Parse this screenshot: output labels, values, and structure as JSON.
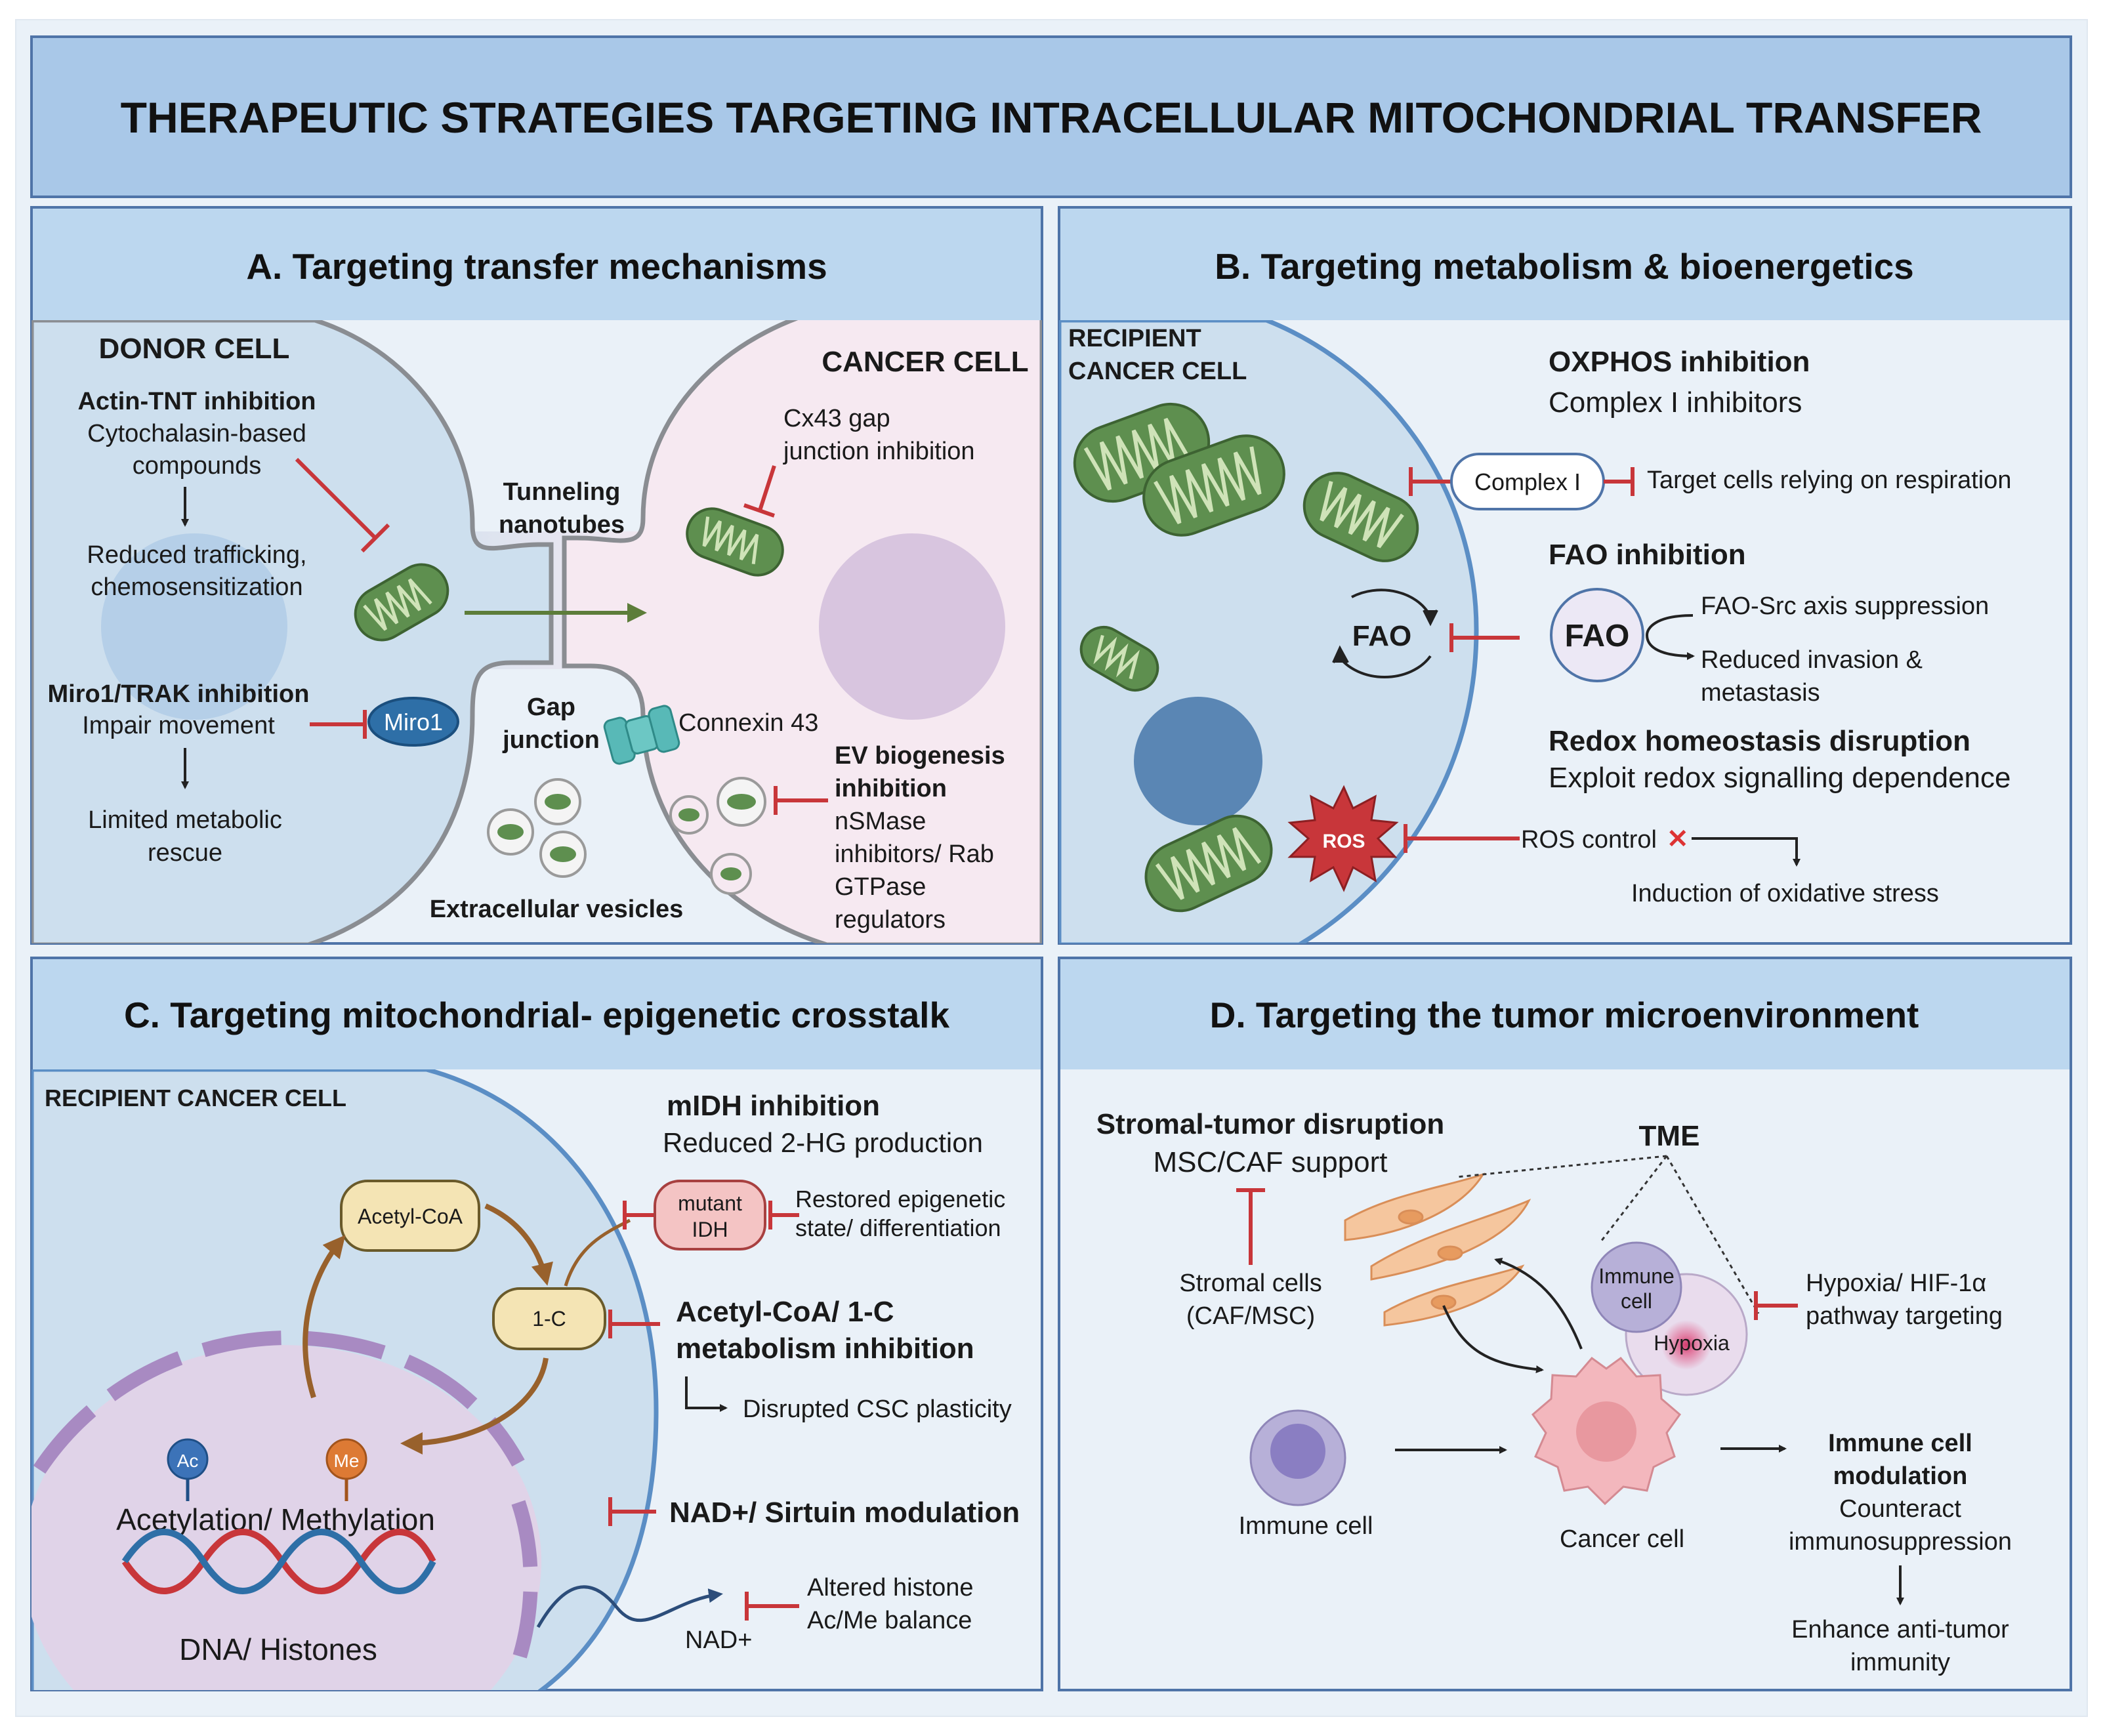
{
  "title": "THERAPEUTIC STRATEGIES TARGETING INTRACELLULAR MITOCHONDRIAL TRANSFER",
  "colors": {
    "title_band": "#a9c8e8",
    "panel_header": "#bcd7ef",
    "panel_border": "#4f74a8",
    "inhibit": "#c8363a",
    "mitochondria": "#5e8f4f",
    "cell_membrane": "#5b8ec5",
    "cancer_cell": "#f6e9f1"
  },
  "panelA": {
    "header": "A. Targeting transfer mechanisms",
    "donor_cell": "DONOR CELL",
    "actin_title": "Actin-TNT inhibition",
    "actin_l1": "Cytochalasin-based",
    "actin_l2": "compounds",
    "reduced_l1": "Reduced trafficking,",
    "reduced_l2": "chemosensitization",
    "miro_title": "Miro1/TRAK inhibition",
    "miro_sub": "Impair movement",
    "miro_badge": "Miro1",
    "limited_l1": "Limited metabolic",
    "limited_l2": "rescue",
    "tnt_l1": "Tunneling",
    "tnt_l2": "nanotubes",
    "gap_l1": "Gap",
    "gap_l2": "junction",
    "connexin": "Connexin 43",
    "ev_label": "Extracellular vesicles",
    "cancer_cell": "CANCER CELL",
    "cx43_l1": "Cx43 gap",
    "cx43_l2": "junction inhibition",
    "ev_title_l1": "EV biogenesis",
    "ev_title_l2": "inhibition",
    "ev_l1": "nSMase",
    "ev_l2": "inhibitors/ Rab",
    "ev_l3": "GTPase",
    "ev_l4": "regulators"
  },
  "panelB": {
    "header": "B. Targeting metabolism & bioenergetics",
    "recipient_l1": "RECIPIENT",
    "recipient_l2": "CANCER CELL",
    "oxphos_title": "OXPHOS inhibition",
    "oxphos_sub": "Complex I inhibitors",
    "complex_badge": "Complex I",
    "complex_target": "Target cells relying on respiration",
    "fao_title": "FAO inhibition",
    "fao_cycle": "FAO",
    "fao_circle": "FAO",
    "fao_src": "FAO-Src axis suppression",
    "fao_reduced_l1": "Reduced invasion &",
    "fao_reduced_l2": "metastasis",
    "redox_title": "Redox homeostasis disruption",
    "redox_sub": "Exploit redox signalling dependence",
    "ros": "ROS",
    "ros_control": "ROS control",
    "oxidative": "Induction of oxidative stress"
  },
  "panelC": {
    "header": "C. Targeting mitochondrial- epigenetic crosstalk",
    "recipient": "RECIPIENT CANCER CELL",
    "acetyl": "Acetyl-CoA",
    "onec": "1-C",
    "midh_title": "mIDH inhibition",
    "midh_sub": "Reduced 2-HG production",
    "mutant_l1": "mutant",
    "mutant_l2": "IDH",
    "restored_l1": "Restored epigenetic",
    "restored_l2": "state/ differentiation",
    "acetyl_inh_l1": "Acetyl-CoA/ 1-C",
    "acetyl_inh_l2": "metabolism inhibition",
    "csc": "Disrupted CSC plasticity",
    "ac": "Ac",
    "me": "Me",
    "acme": "Acetylation/ Methylation",
    "dna": "DNA/ Histones",
    "nad_title": "NAD+/ Sirtuin modulation",
    "nad": "NAD+",
    "altered_l1": "Altered histone",
    "altered_l2": "Ac/Me balance"
  },
  "panelD": {
    "header": "D. Targeting the tumor microenvironment",
    "stromal_title": "Stromal-tumor disruption",
    "stromal_sub": "MSC/CAF support",
    "stromal_l1": "Stromal cells",
    "stromal_l2": "(CAF/MSC)",
    "tme": "TME",
    "immune_in_l1": "Immune",
    "immune_in_l2": "cell",
    "hypoxia": "Hypoxia",
    "hif_l1": "Hypoxia/ HIF-1α",
    "hif_l2": "pathway targeting",
    "immune_cell": "Immune cell",
    "cancer_cell": "Cancer cell",
    "mod_l1": "Immune cell",
    "mod_l2": "modulation",
    "mod_l3": "Counteract",
    "mod_l4": "immunosuppression",
    "enh_l1": "Enhance anti-tumor",
    "enh_l2": "immunity"
  }
}
